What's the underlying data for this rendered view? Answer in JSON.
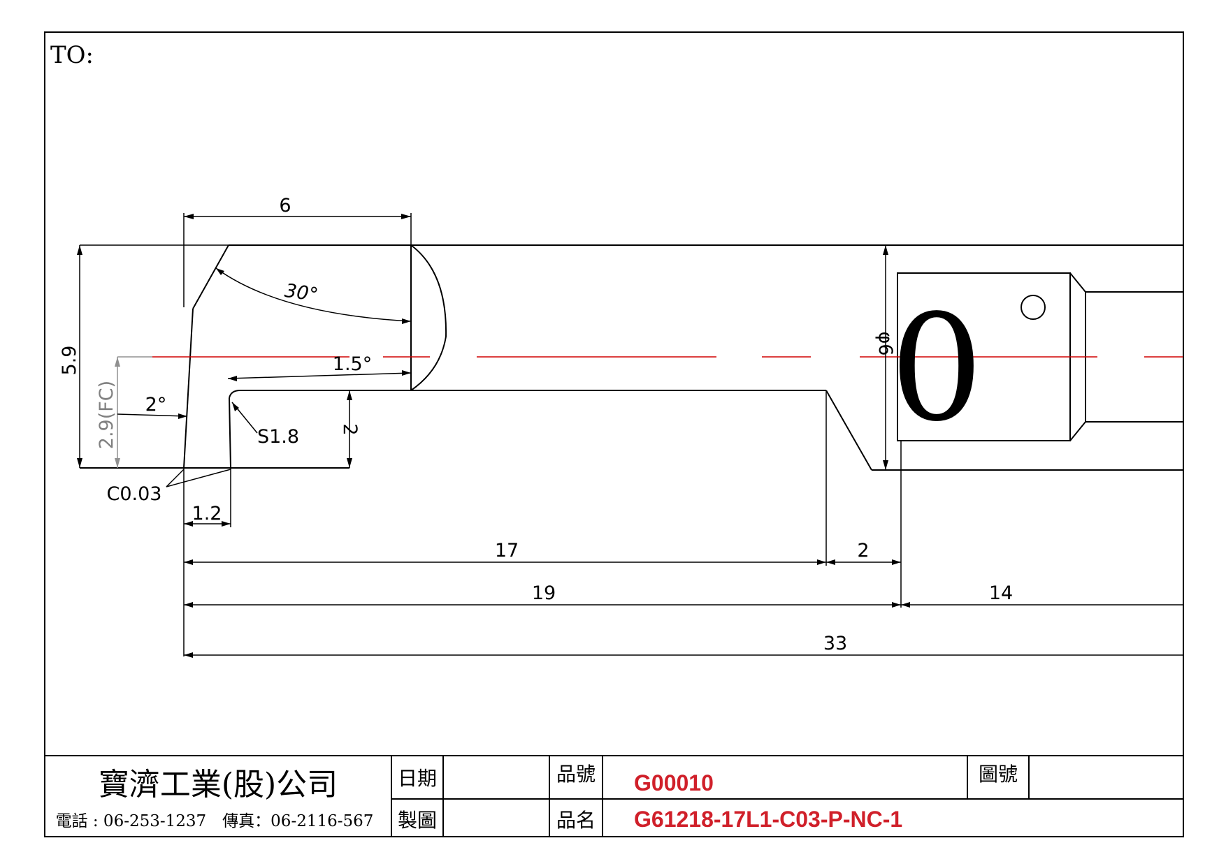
{
  "header": {
    "to_label": "TO:"
  },
  "dimensions": {
    "width_top": "6",
    "angle_30": "30°",
    "angle_15": "1.5°",
    "height_59": "5.9",
    "height_29": "2.9(FC)",
    "angle_2": "2°",
    "radius": "S1.8",
    "height_2": "2",
    "chamfer": "C0.03",
    "width_12": "1.2",
    "len_17": "17",
    "len_2": "2",
    "len_19": "19",
    "len_14": "14",
    "len_33": "33",
    "diameter": "φ6"
  },
  "stamp": {
    "angle_text": "0°"
  },
  "title_block": {
    "company": "寶濟工業(股)公司",
    "contact": "電話 : 06-253-1237　傳真：06-2116-567",
    "date_label": "日期",
    "drawn_label": "製圖",
    "part_no_label": "品號",
    "part_no_value": "G00010",
    "part_name_label": "品名",
    "part_name_value": "G61218-17L1-C03-P-NC-1",
    "drawing_no_label": "圖號",
    "colors": {
      "value_text": "#d0202a",
      "centerline": "#d00000"
    }
  }
}
